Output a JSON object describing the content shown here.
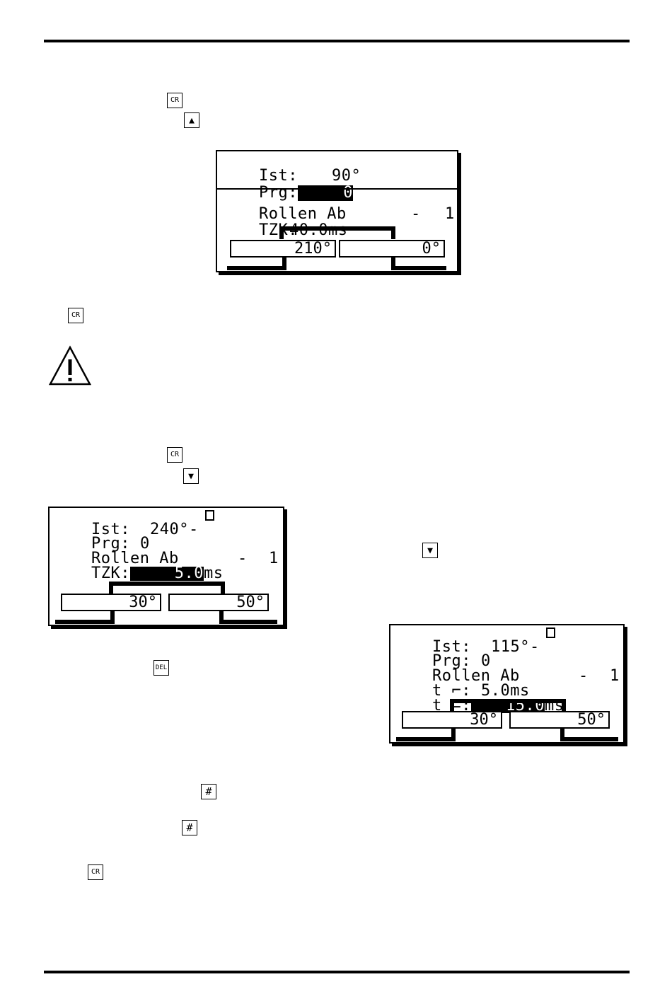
{
  "keys": {
    "k1": "CR",
    "k2": "▲",
    "k3": "CR",
    "k4": "CR",
    "k5": "▼",
    "k6": "▼",
    "k7": "DEL",
    "k8": "#",
    "k9": "#",
    "k10": "CR"
  },
  "icons": {
    "warning": "warning-triangle-icon"
  },
  "display1": {
    "ist_label": "Ist:",
    "ist_value": "90°",
    "prg_label": "Prg:",
    "prg_value": "0",
    "mode": "Rollen Ab",
    "mode_dash": "-",
    "mode_num": "1",
    "tzk_label": "TZK:",
    "tzk_value": "40.0ms",
    "left_field": "210°",
    "right_field": "0°"
  },
  "display2": {
    "ist_label": "Ist:",
    "ist_value": "240°-",
    "prg_label": "Prg:",
    "prg_value": "0",
    "mode": "Rollen Ab",
    "mode_dash": "-",
    "mode_num": "1",
    "tzk_label": "TZK:",
    "tzk_value": "5.0",
    "tzk_unit": "ms",
    "left_field": "30°",
    "right_field": "50°"
  },
  "display3": {
    "ist_label": "Ist:",
    "ist_value": "115°-",
    "prg_label": "Prg:",
    "prg_value": "0",
    "mode": "Rollen Ab",
    "mode_dash": "-",
    "mode_num": "1",
    "t1_label": "t ⌐:",
    "t1_value": "5.0ms",
    "t2_label": "t ⌙:",
    "t2_value": "15.0",
    "t2_unit": "ms",
    "left_field": "30°",
    "right_field": "50°"
  }
}
